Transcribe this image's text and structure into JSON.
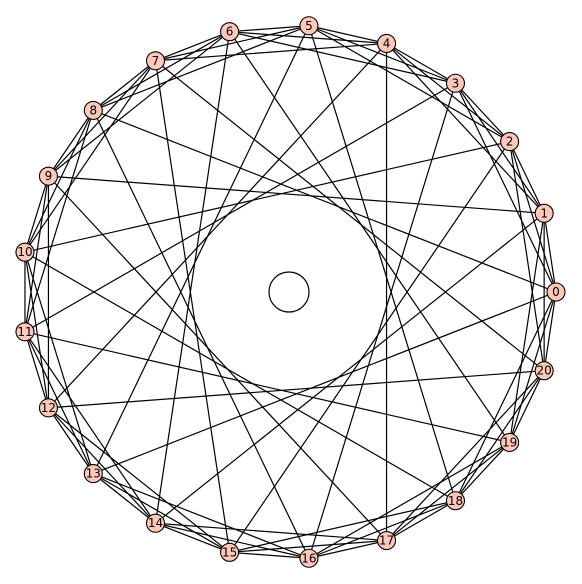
{
  "graph": {
    "node_count": 21,
    "labels": [
      "0",
      "1",
      "2",
      "3",
      "4",
      "5",
      "6",
      "7",
      "8",
      "9",
      "10",
      "11",
      "12",
      "13",
      "14",
      "15",
      "16",
      "17",
      "18",
      "19",
      "20"
    ],
    "connection_offsets": [
      1,
      2,
      3,
      8
    ],
    "colors": {
      "node_fill": "#ffc8b8",
      "node_stroke": "#000000",
      "edge": "#000000",
      "background": "#ffffff"
    }
  }
}
